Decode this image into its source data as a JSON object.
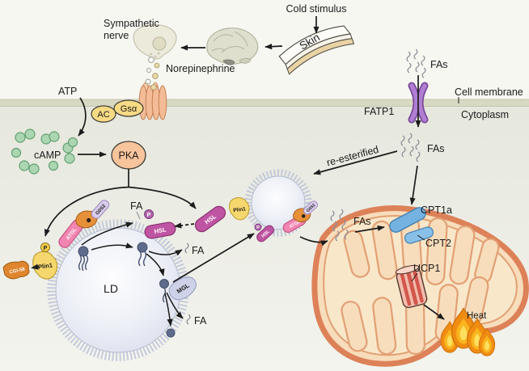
{
  "diagram": {
    "type": "signaling-pathway",
    "description": "Cold stimulus induces sympathetic norepinephrine release, cAMP/PKA signaling, lipid droplet lipolysis and fatty acid oxidation for UCP1-mediated heat production",
    "flow": [
      "Cold stimulus -> Skin -> Brain -> Sympathetic nerve -> Norepinephrine -> receptor/Gsa/AC",
      "ATP -> cAMP -> PKA",
      "PKA phosphorylates Plin1 and HSL",
      "Plin1-P releases CGI-58; ATGL complex acts on lipid droplet",
      "LD lipolysis: TG -> DG -> MG -> glycerol releasing FA (ATGL, HSL, MGL)",
      "LD -> small lipid droplet; FAs can be re-esterified",
      "Extracellular FAs enter via FATP1",
      "FAs -> CPT1a -> CPT2 -> mitochondrion -> UCP1 -> Heat"
    ]
  },
  "labels": {
    "cold_stimulus": "Cold stimulus",
    "skin": "Skin",
    "sympathetic_nerve_line1": "Sympathetic",
    "sympathetic_nerve_line2": "nerve",
    "norepinephrine": "Norepinephrine",
    "atp": "ATP",
    "ac": "AC",
    "gsa": "Gsα",
    "camp": "cAMP",
    "pka": "PKA",
    "cell_membrane": "Cell membrane",
    "cytoplasm": "Cytoplasm",
    "fatp1": "FATP1",
    "fas": "FAs",
    "re_esterified": "re-esterified",
    "cpt1a": "CPT1a",
    "cpt2": "CPT2",
    "ucp1": "UCP1",
    "heat": "Heat",
    "ld": "LD",
    "fa": "FA",
    "plin1": "Plin1",
    "cgi58": "CGI-58",
    "atgl": "ATGL",
    "g0s2": "G0S2",
    "hsl": "HSL",
    "mgl": "MGL",
    "p": "P"
  },
  "colors": {
    "extracellular_bg": "#f7f7f2",
    "cytoplasm_bg": "#e8e9df",
    "membrane_band": "#d8d9c3",
    "ld_fill": "#e3e6f0",
    "ld_fringe": "#c2c8da",
    "mito_outline": "#dd8158",
    "mito_fill": "#f7ddbb",
    "cristae": "#e2a074",
    "cpt_blue": "#74b2e2",
    "ucp1_pink": "#f2bcac",
    "ucp1_stripe": "#d2574c",
    "flame_orange": "#f08c12",
    "flame_yellow": "#ffdf5e",
    "camp_green": "#abd6b1",
    "pka_peach": "#f8c49c",
    "ac_gsa_yellow": "#f6da84",
    "receptor_peach": "#f3bc97",
    "fatp1_purple": "#a468c8",
    "plin1_yellow": "#f6d76d",
    "cgi58_orange": "#df852d",
    "atgl_pink": "#f285b2",
    "hsl_magenta": "#bf55a2",
    "mgl_lavender": "#cdd2e8",
    "g0s2_lilac": "#d9cceb",
    "lipid_slate": "#5f6b8a",
    "arrow": "#1c1c1c"
  }
}
